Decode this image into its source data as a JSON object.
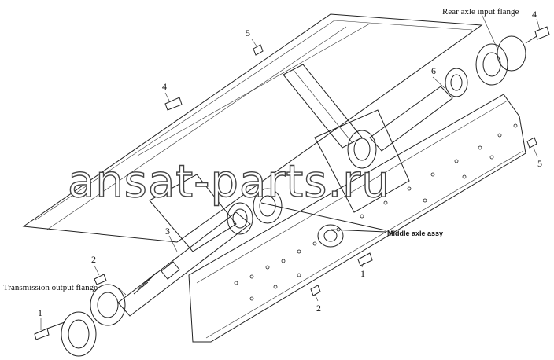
{
  "labels": {
    "rear_axle_input_flange": "Rear axle input flange",
    "transmission_output_flange": "Transmission output flange",
    "middle_axle_assy": "Middle axle assy"
  },
  "callouts": {
    "c1_left": "1",
    "c1_right": "1",
    "c2_left": "2",
    "c2_right": "2",
    "c3": "3",
    "c4_left": "4",
    "c4_right": "4",
    "c5_top": "5",
    "c5_right": "5",
    "c6": "6"
  },
  "watermark": "ansat-parts.ru"
}
